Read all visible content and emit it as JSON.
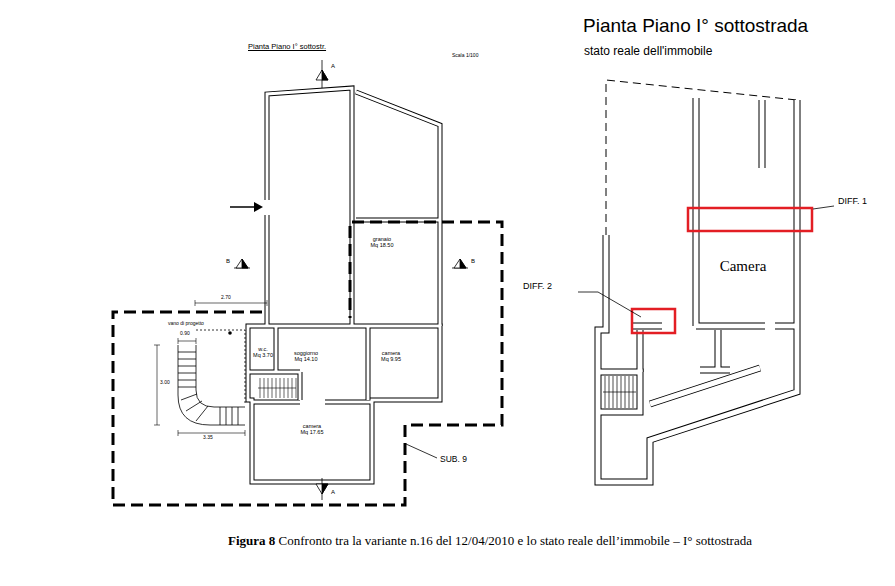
{
  "diagram": {
    "caption": "Figura 8 Confronto tra la variante n.16 del 12/04/2010 e lo stato reale dell’immobile – I° sottostrada",
    "nodes": [
      {
        "text": [
          "granaio",
          "Mq 18.50"
        ]
      },
      {
        "text": [
          "w.c.",
          "Mq 3.70"
        ]
      },
      {
        "text": [
          "soggiorno",
          "Mq 14.10"
        ]
      },
      {
        "text": [
          "camera",
          "Mq 9.95"
        ]
      },
      {
        "text": [
          "camera",
          "Mq 17.65"
        ]
      },
      {
        "text": [
          "Camera"
        ]
      }
    ],
    "labels": [
      "Pianta Piano I° sottostr.",
      "Scala 1/100",
      "A",
      "B",
      "B",
      "vano di progetto",
      "2.70",
      "0.90",
      "3.00",
      "3.35",
      "A",
      "SUB. 9",
      "Pianta Piano I° sottostrada",
      "stato reale dell'immobile",
      "DIFF. 1",
      "DIFF. 2"
    ]
  }
}
